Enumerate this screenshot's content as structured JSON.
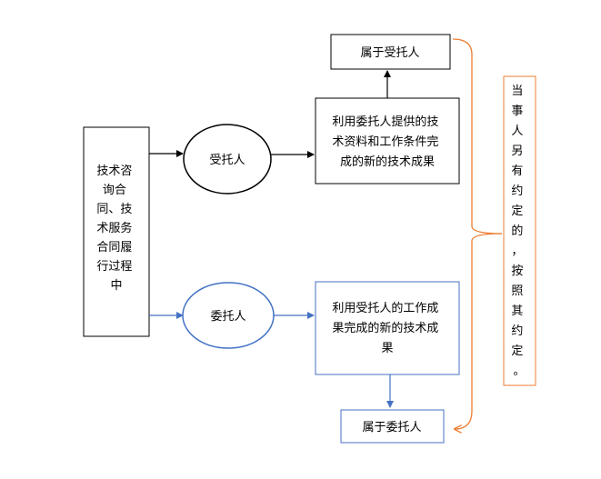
{
  "colors": {
    "black": "#000000",
    "blue": "#4472c4",
    "orange": "#ed7d31"
  },
  "nodes": {
    "process": [
      "技术咨",
      "询合",
      "同、技",
      "术服务",
      "合同履",
      "行过程",
      "中"
    ],
    "trustee": "受托人",
    "client": "委托人",
    "result_trustee": [
      "利用委托人提供的技",
      "术资料和工作条件完",
      "成的新的技术成果"
    ],
    "result_client": [
      "利用受托人的工作成",
      "果完成的新的技术成",
      "果"
    ],
    "owner_trustee": "属于受托人",
    "owner_client": "属于委托人",
    "note": [
      "当",
      "事",
      "人",
      "另",
      "有",
      "约",
      "定",
      "的",
      "，",
      "按",
      "照",
      "其",
      "约",
      "定",
      "。"
    ]
  }
}
